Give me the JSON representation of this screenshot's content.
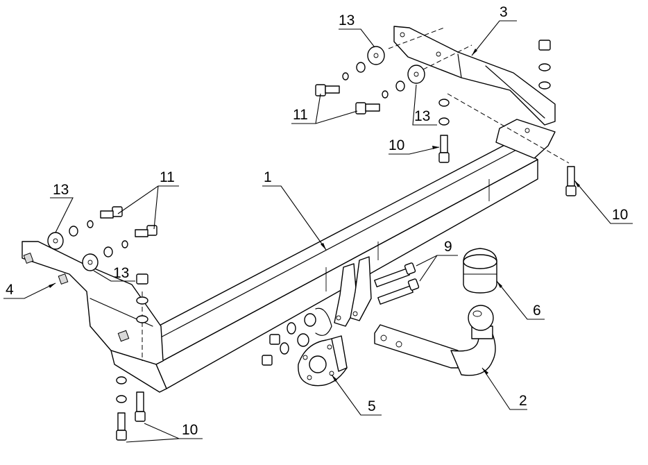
{
  "labels": {
    "main_beam": "1",
    "ball_neck": "2",
    "right_bracket": "3",
    "left_bracket": "4",
    "socket_plate": "5",
    "ball_cap": "6",
    "bolts_9": "9",
    "bolt_10_top": "10",
    "bolt_10_right": "10",
    "bolt_10_bottom": "10",
    "bolt_11_top": "11",
    "bolt_11_left": "11",
    "washer_13_top_a": "13",
    "washer_13_top_b": "13",
    "washer_13_left_a": "13",
    "washer_13_left_b": "13"
  }
}
